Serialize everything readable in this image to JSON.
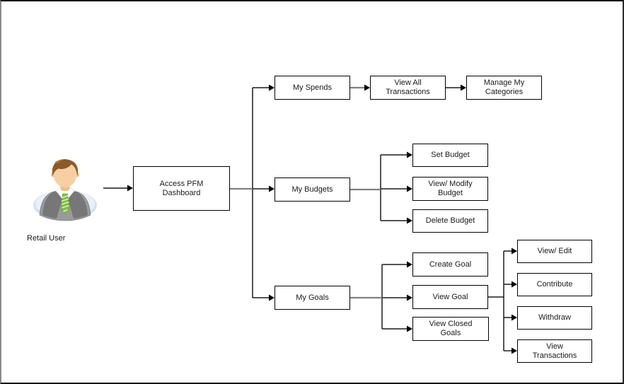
{
  "actor": {
    "label": "Retail User"
  },
  "nodes": {
    "access_pfm_dashboard": {
      "label": "Access PFM\nDashboard"
    },
    "my_spends": {
      "label": "My Spends"
    },
    "view_all_transactions": {
      "label": "View All\nTransactions"
    },
    "manage_my_categories": {
      "label": "Manage My\nCategories"
    },
    "my_budgets": {
      "label": "My Budgets"
    },
    "set_budget": {
      "label": "Set Budget"
    },
    "view_modify_budget": {
      "label": "View/ Modify\nBudget"
    },
    "delete_budget": {
      "label": "Delete Budget"
    },
    "my_goals": {
      "label": "My Goals"
    },
    "create_goal": {
      "label": "Create Goal"
    },
    "view_goal": {
      "label": "View Goal"
    },
    "view_closed_goals": {
      "label": "View Closed\nGoals"
    },
    "view_edit": {
      "label": "View/ Edit"
    },
    "contribute": {
      "label": "Contribute"
    },
    "withdraw": {
      "label": "Withdraw"
    },
    "view_transactions": {
      "label": "View\nTransactions"
    }
  },
  "edges": [
    {
      "from": "retail_user",
      "to": "access_pfm_dashboard"
    },
    {
      "from": "access_pfm_dashboard",
      "to": "my_spends"
    },
    {
      "from": "access_pfm_dashboard",
      "to": "my_budgets"
    },
    {
      "from": "access_pfm_dashboard",
      "to": "my_goals"
    },
    {
      "from": "my_spends",
      "to": "view_all_transactions"
    },
    {
      "from": "view_all_transactions",
      "to": "manage_my_categories"
    },
    {
      "from": "my_budgets",
      "to": "set_budget"
    },
    {
      "from": "my_budgets",
      "to": "view_modify_budget"
    },
    {
      "from": "my_budgets",
      "to": "delete_budget"
    },
    {
      "from": "my_goals",
      "to": "create_goal"
    },
    {
      "from": "my_goals",
      "to": "view_goal"
    },
    {
      "from": "my_goals",
      "to": "view_closed_goals"
    },
    {
      "from": "view_goal",
      "to": "view_edit"
    },
    {
      "from": "view_goal",
      "to": "contribute"
    },
    {
      "from": "view_goal",
      "to": "withdraw"
    },
    {
      "from": "view_goal",
      "to": "view_transactions"
    }
  ],
  "colors": {
    "box_border": "#000000",
    "box_fill": "#ffffff",
    "connector": "#1a1a1a",
    "feeder_gray": "#808080",
    "text": "#1a1a1a",
    "avatar_base": "#d4e2f2",
    "avatar_suit": "#8f8f8f",
    "avatar_hair": "#8a5a2b",
    "avatar_skin": "#f8cfa3",
    "avatar_tie": "#7dc242"
  }
}
